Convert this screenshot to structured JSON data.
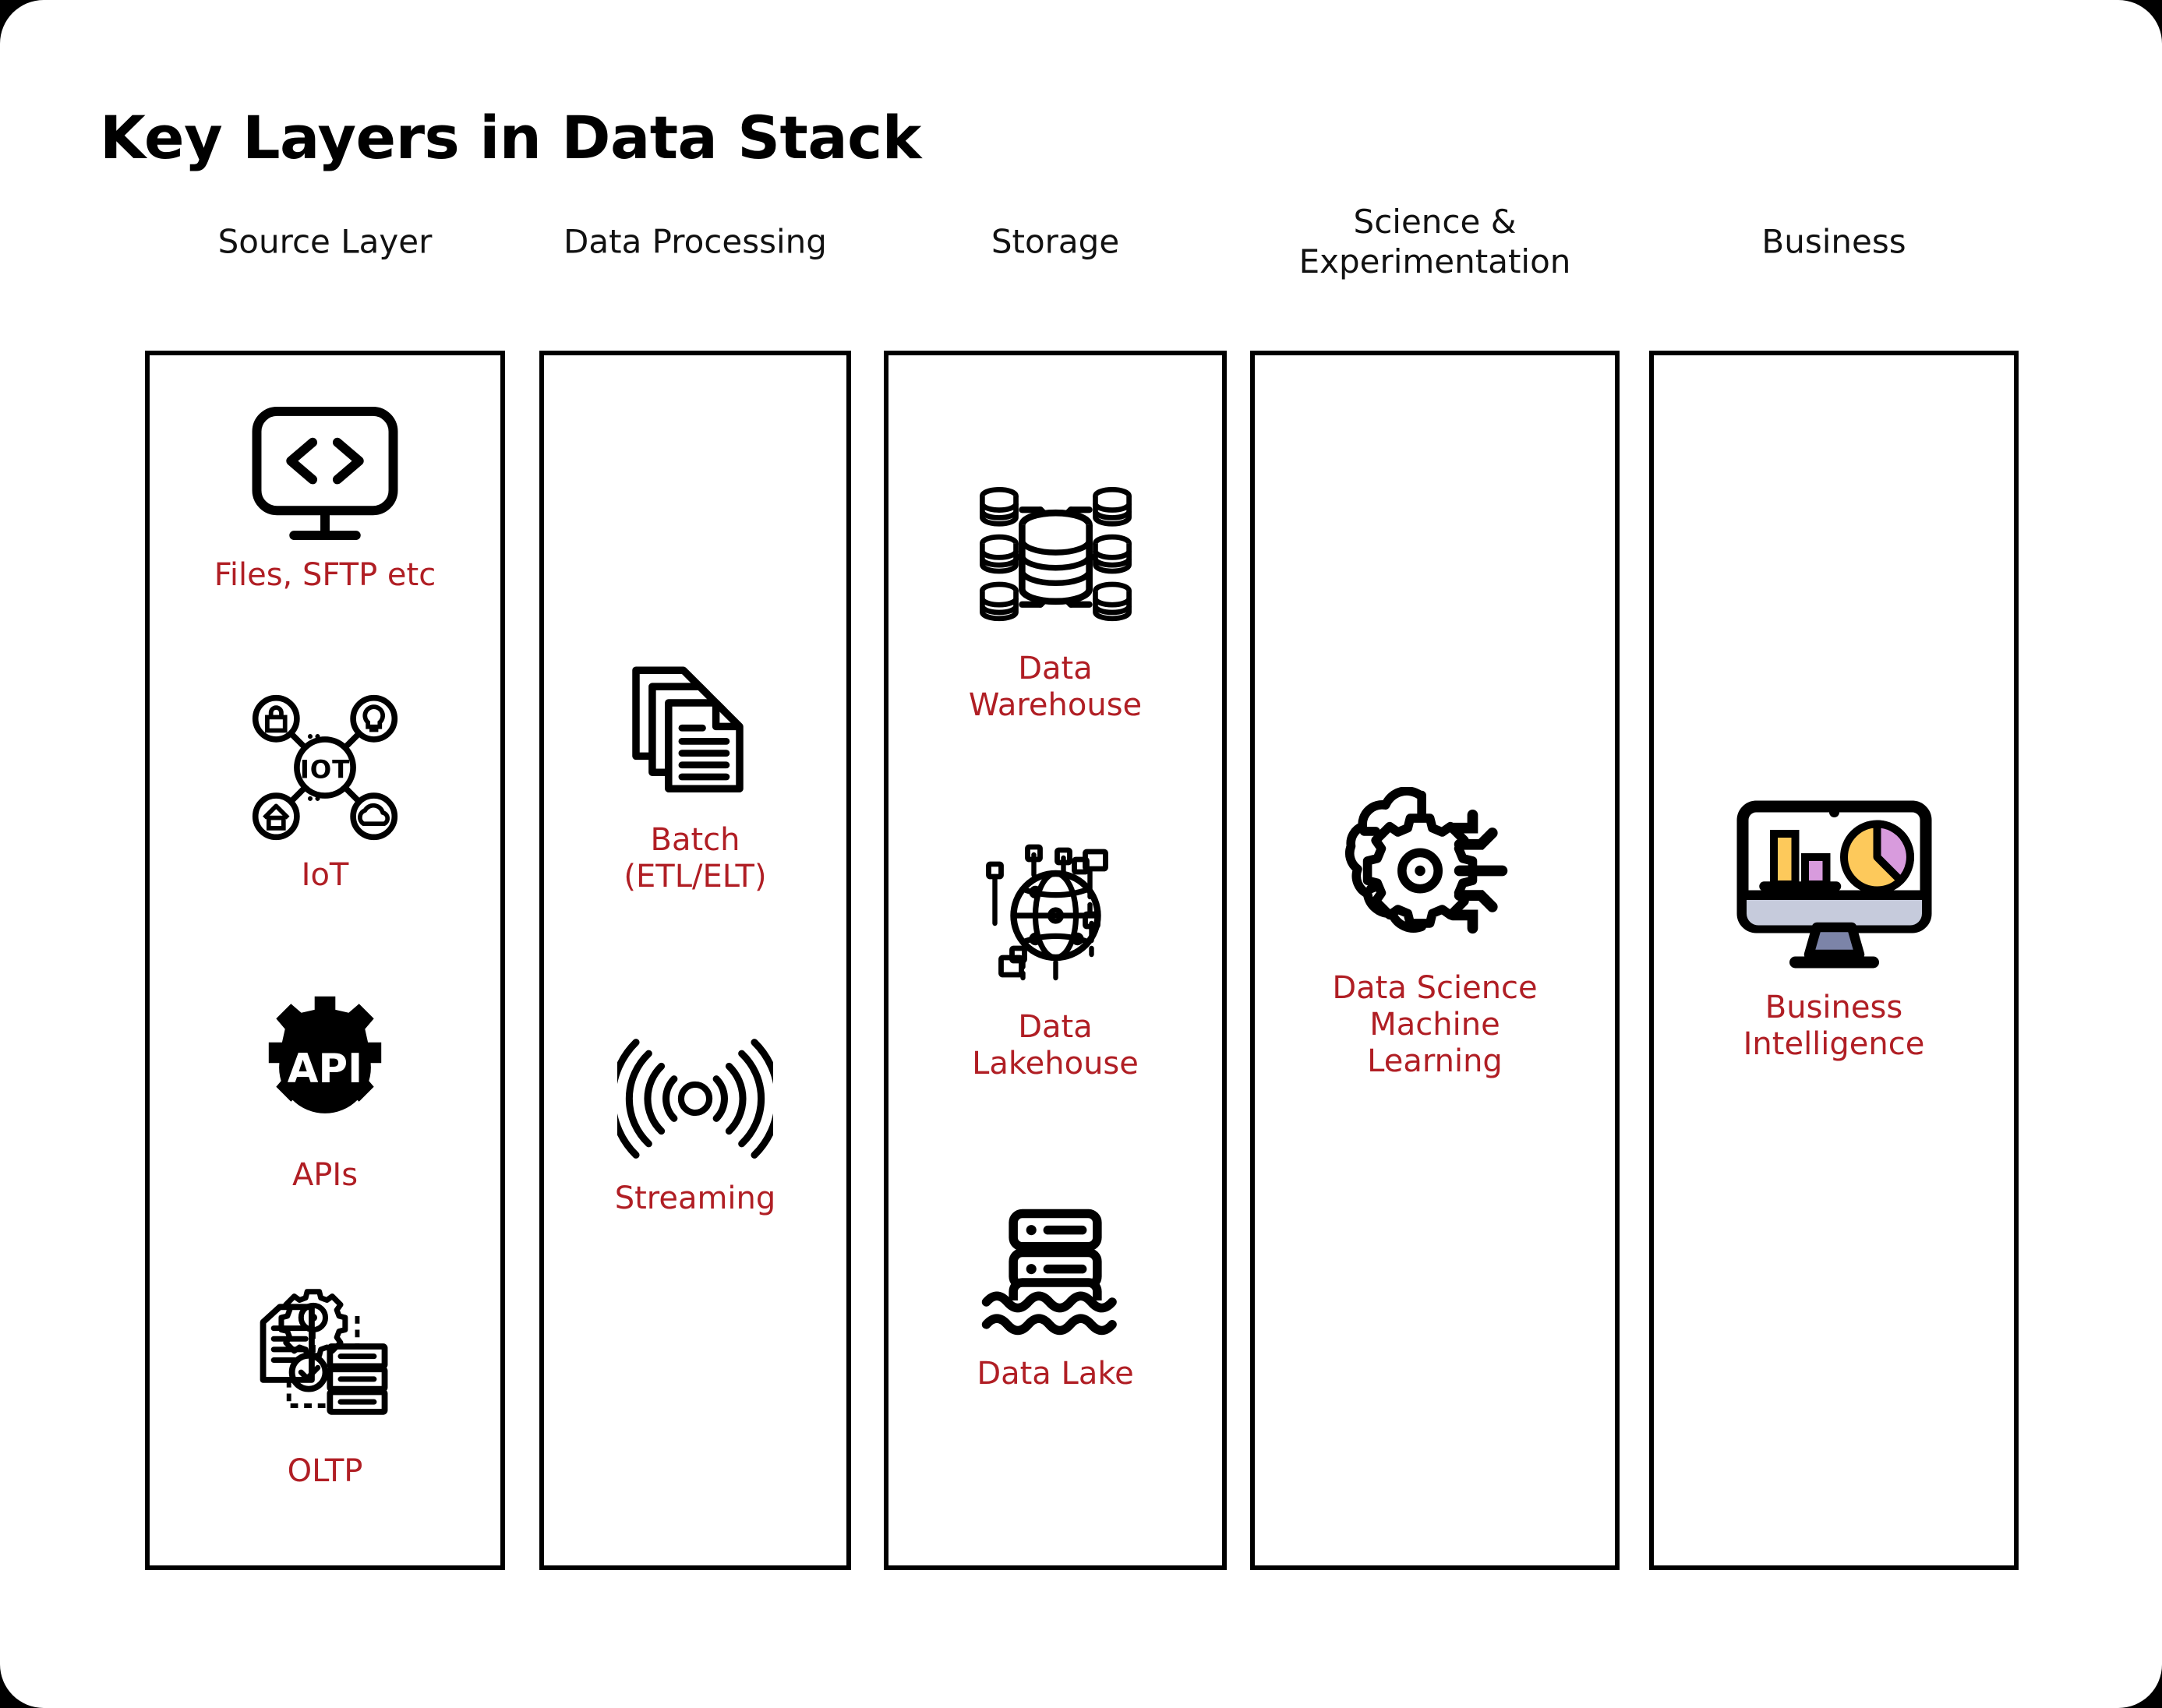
{
  "title": "Key Layers in Data Stack",
  "theme": {
    "background": "#000000",
    "card": "#ffffff",
    "label_red": "#B01E24",
    "outline": "#000000",
    "bi_yellow": "#FDC95B",
    "bi_purple": "#D89BDD",
    "bi_gray": "#C6CBDC",
    "bi_stand": "#7C84A8"
  },
  "columns": [
    {
      "id": "source-layer",
      "header": "Source Layer",
      "items": [
        {
          "icon": "code-monitor-icon",
          "label": "Files, SFTP etc"
        },
        {
          "icon": "iot-network-icon",
          "label": "IoT",
          "icon_text": "IOT"
        },
        {
          "icon": "api-gear-icon",
          "label": "APIs",
          "icon_text": "API"
        },
        {
          "icon": "oltp-transaction-icon",
          "label": "OLTP"
        }
      ]
    },
    {
      "id": "data-processing",
      "header": "Data Processing",
      "items": [
        {
          "icon": "stacked-documents-icon",
          "label": "Batch\n(ETL/ELT)"
        },
        {
          "icon": "broadcast-waves-icon",
          "label": "Streaming"
        }
      ]
    },
    {
      "id": "storage",
      "header": "Storage",
      "items": [
        {
          "icon": "database-cluster-icon",
          "label": "Data\nWarehouse"
        },
        {
          "icon": "globe-network-icon",
          "label": "Data\nLakehouse"
        },
        {
          "icon": "server-water-icon",
          "label": "Data Lake"
        }
      ]
    },
    {
      "id": "science-experimentation",
      "header": "Science &\nExperimentation",
      "items": [
        {
          "icon": "brain-gear-icon",
          "label": "Data Science\nMachine\nLearning"
        }
      ]
    },
    {
      "id": "business",
      "header": "Business",
      "items": [
        {
          "icon": "dashboard-monitor-icon",
          "label": "Business\nIntelligence"
        }
      ]
    }
  ]
}
